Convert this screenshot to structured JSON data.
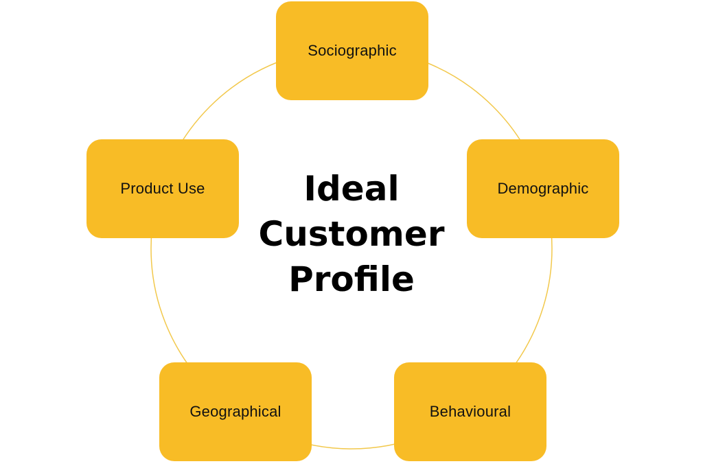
{
  "diagram": {
    "center_lines": [
      "Ideal",
      "Customer",
      "Profile"
    ],
    "nodes": [
      {
        "label": "Sociographic"
      },
      {
        "label": "Demographic"
      },
      {
        "label": "Behavioural"
      },
      {
        "label": "Geographical"
      },
      {
        "label": "Product Use"
      }
    ],
    "colors": {
      "node_fill": "#F8BC26",
      "ring_stroke": "#F2C84B",
      "text": "#111111",
      "background": "#FFFFFF"
    }
  }
}
